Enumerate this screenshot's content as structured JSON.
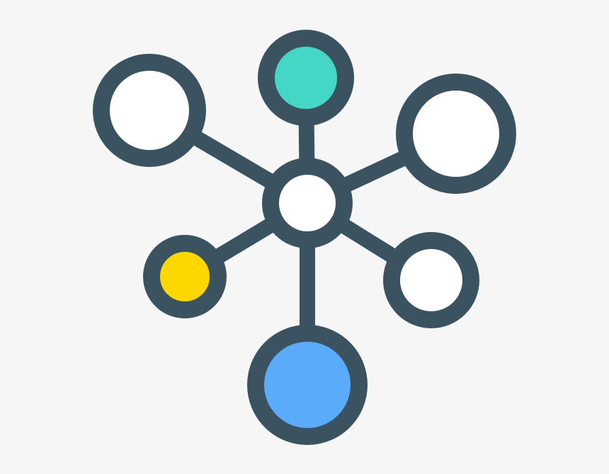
{
  "diagram": {
    "type": "network-hub-icon",
    "background": "#f6f6f6",
    "stroke_color": "#3b5360",
    "hub": {
      "id": "hub",
      "fill": "#ffffff"
    },
    "nodes": [
      {
        "id": "node-top",
        "fill": "#44d7c6"
      },
      {
        "id": "node-top-left",
        "fill": "#ffffff"
      },
      {
        "id": "node-top-right",
        "fill": "#ffffff"
      },
      {
        "id": "node-bottom-left",
        "fill": "#ffd700"
      },
      {
        "id": "node-bottom-right",
        "fill": "#ffffff"
      },
      {
        "id": "node-bottom",
        "fill": "#5aabfa"
      }
    ],
    "edges": [
      {
        "from": "hub",
        "to": "node-top"
      },
      {
        "from": "hub",
        "to": "node-top-left"
      },
      {
        "from": "hub",
        "to": "node-top-right"
      },
      {
        "from": "hub",
        "to": "node-bottom-left"
      },
      {
        "from": "hub",
        "to": "node-bottom-right"
      },
      {
        "from": "hub",
        "to": "node-bottom"
      }
    ]
  }
}
